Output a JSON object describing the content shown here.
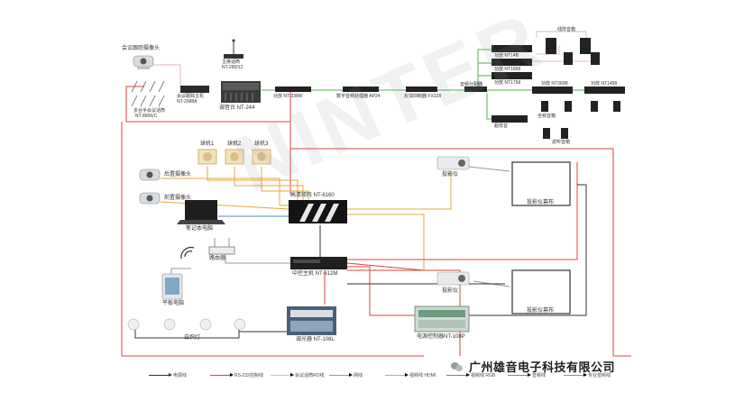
{
  "colors": {
    "power": "#333333",
    "rs232": "#d9463e",
    "conf_audio": "#e6b9b9",
    "network": "#999999",
    "hdmi": "#e8a63d",
    "rgb": "#4a8fd1",
    "audio": "#4fb04a",
    "conf_video": "#49a7c6"
  },
  "labels": {
    "conf_camera": "会议跟踪摄像头",
    "chairman_mic": "主席话筒",
    "chairman_mic_model": "NT-280/12",
    "conf_host": "会议跟踪主机",
    "conf_host_model": "NT-2688A",
    "delegate_mics": "多台手会议话筒",
    "delegate_mics_model": "NT-8806/C",
    "mixer": "调音台 NT-244",
    "power_amp": "功放 NT-338W",
    "digital_proc": "数字音频处理器 AP24",
    "feedback_supp": "反馈抑制器 FX328",
    "switch": "音频分配器",
    "amp_top": "功放 NT14B",
    "amp_2": "功放 NT1858",
    "amp_3": "功放 NT1758",
    "amp_right": "功放 NT360B",
    "amp_right_2": "功放 NT1458",
    "speaker_top": "线阵音箱",
    "speaker_mid": "全频音箱",
    "speaker_bot": "返听音箱",
    "subwoofer": "超低音",
    "cam1": "球机1",
    "cam2": "球机2",
    "cam3": "球机3",
    "rear_camera": "后置摄像头",
    "front_camera": "前置摄像头",
    "hd_matrix": "高清矩阵 NT-6160",
    "laptop": "笔记本电脑",
    "router": "路由器",
    "central_host": "中控主机 NT-612M",
    "tablet": "平板电脑",
    "lights": "白炽灯",
    "dimmer": "调光器 NT-108L",
    "projector_top": "投影仪",
    "screen_top": "投影仪幕布",
    "projector_bottom": "投影仪",
    "screen_bottom": "投影仪幕布",
    "power_ctrl": "电源控制器NT-108P"
  },
  "company": "广州雄音电子科技有限公司",
  "watermark": "NINTER",
  "legend": [
    {
      "key": "power",
      "label": "电源线"
    },
    {
      "key": "rs232",
      "label": "RS-232控制线"
    },
    {
      "key": "conf_audio",
      "label": "会议话筒RO线"
    },
    {
      "key": "network",
      "label": "网线"
    },
    {
      "key": "hdmi",
      "label": "视频线 HDMI"
    },
    {
      "key": "rgb",
      "label": "视频线 RGB"
    },
    {
      "key": "audio",
      "label": "音频线"
    },
    {
      "key": "conf_video",
      "label": "专业音频线"
    }
  ]
}
